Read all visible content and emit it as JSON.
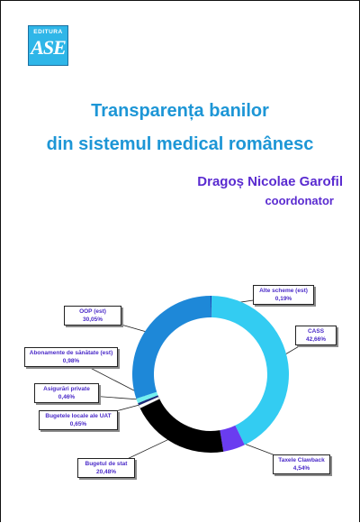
{
  "logo": {
    "top_text": "EDITURA",
    "main_text": "ASE"
  },
  "title": {
    "line1": "Transparența banilor",
    "line2": "din sistemul medical românesc"
  },
  "author": {
    "name": "Dragoș Nicolae Garofil",
    "role": "coordonator"
  },
  "chart_data": {
    "type": "pie",
    "title": "",
    "slices": [
      {
        "label": "Alte scheme (est)",
        "value": 0.19,
        "value_text": "0,19%",
        "color": "#1a40b0"
      },
      {
        "label": "CASS",
        "value": 42.66,
        "value_text": "42,66%",
        "color": "#33ccf2"
      },
      {
        "label": "Taxele Clawback",
        "value": 4.54,
        "value_text": "4,54%",
        "color": "#6a3cf0"
      },
      {
        "label": "Bugetul de stat",
        "value": 20.48,
        "value_text": "20,48%",
        "color": "#000000"
      },
      {
        "label": "Bugetele locale ale UAT",
        "value": 0.65,
        "value_text": "0,65%",
        "color": "#ffffff"
      },
      {
        "label": "Asigurări private",
        "value": 0.46,
        "value_text": "0,46%",
        "color": "#1a2a7a"
      },
      {
        "label": "Abonamente de sănătate (est)",
        "value": 0.98,
        "value_text": "0,98%",
        "color": "#74f0f0"
      },
      {
        "label": "OOP (est)",
        "value": 30.05,
        "value_text": "30,05%",
        "color": "#1e88d8"
      }
    ]
  }
}
